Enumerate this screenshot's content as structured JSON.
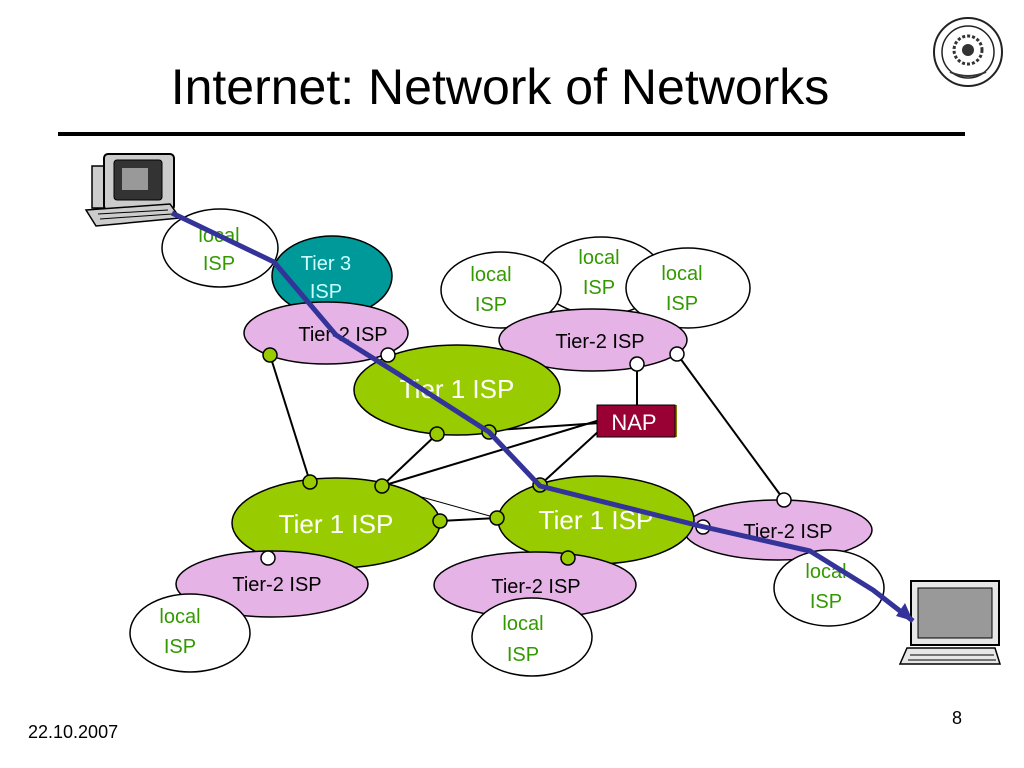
{
  "slide": {
    "title": "Internet: Network of Networks",
    "date": "22.10.2007",
    "page_number": "8"
  },
  "colors": {
    "tier1_fill": "#99cc00",
    "tier2_fill": "#e6b3e6",
    "tier3_fill": "#009999",
    "nap_fill": "#990033",
    "local_text": "#339900",
    "path_stroke": "#333399"
  },
  "labels": {
    "tier1": "Tier 1 ISP",
    "tier2": "Tier-2 ISP",
    "tier3_line1": "Tier 3",
    "tier3_line2": "ISP",
    "local_line1": "local",
    "local_line2": "ISP",
    "nap": "NAP"
  }
}
